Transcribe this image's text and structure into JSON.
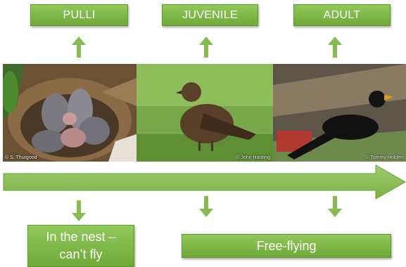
{
  "stages": {
    "pulli": "PULLI",
    "juvenile": "JUVENILE",
    "adult": "ADULT"
  },
  "credits": {
    "pulli": "© S. Thurgood",
    "juvenile": "© John Harding",
    "adult": "© Tommy Holden"
  },
  "phases": {
    "nest_line1": "In the nest –",
    "nest_line2": "can’t fly",
    "free_flying": "Free-flying"
  },
  "colors": {
    "box_fill": "#7cb544",
    "arrow": "#85bb4f"
  }
}
